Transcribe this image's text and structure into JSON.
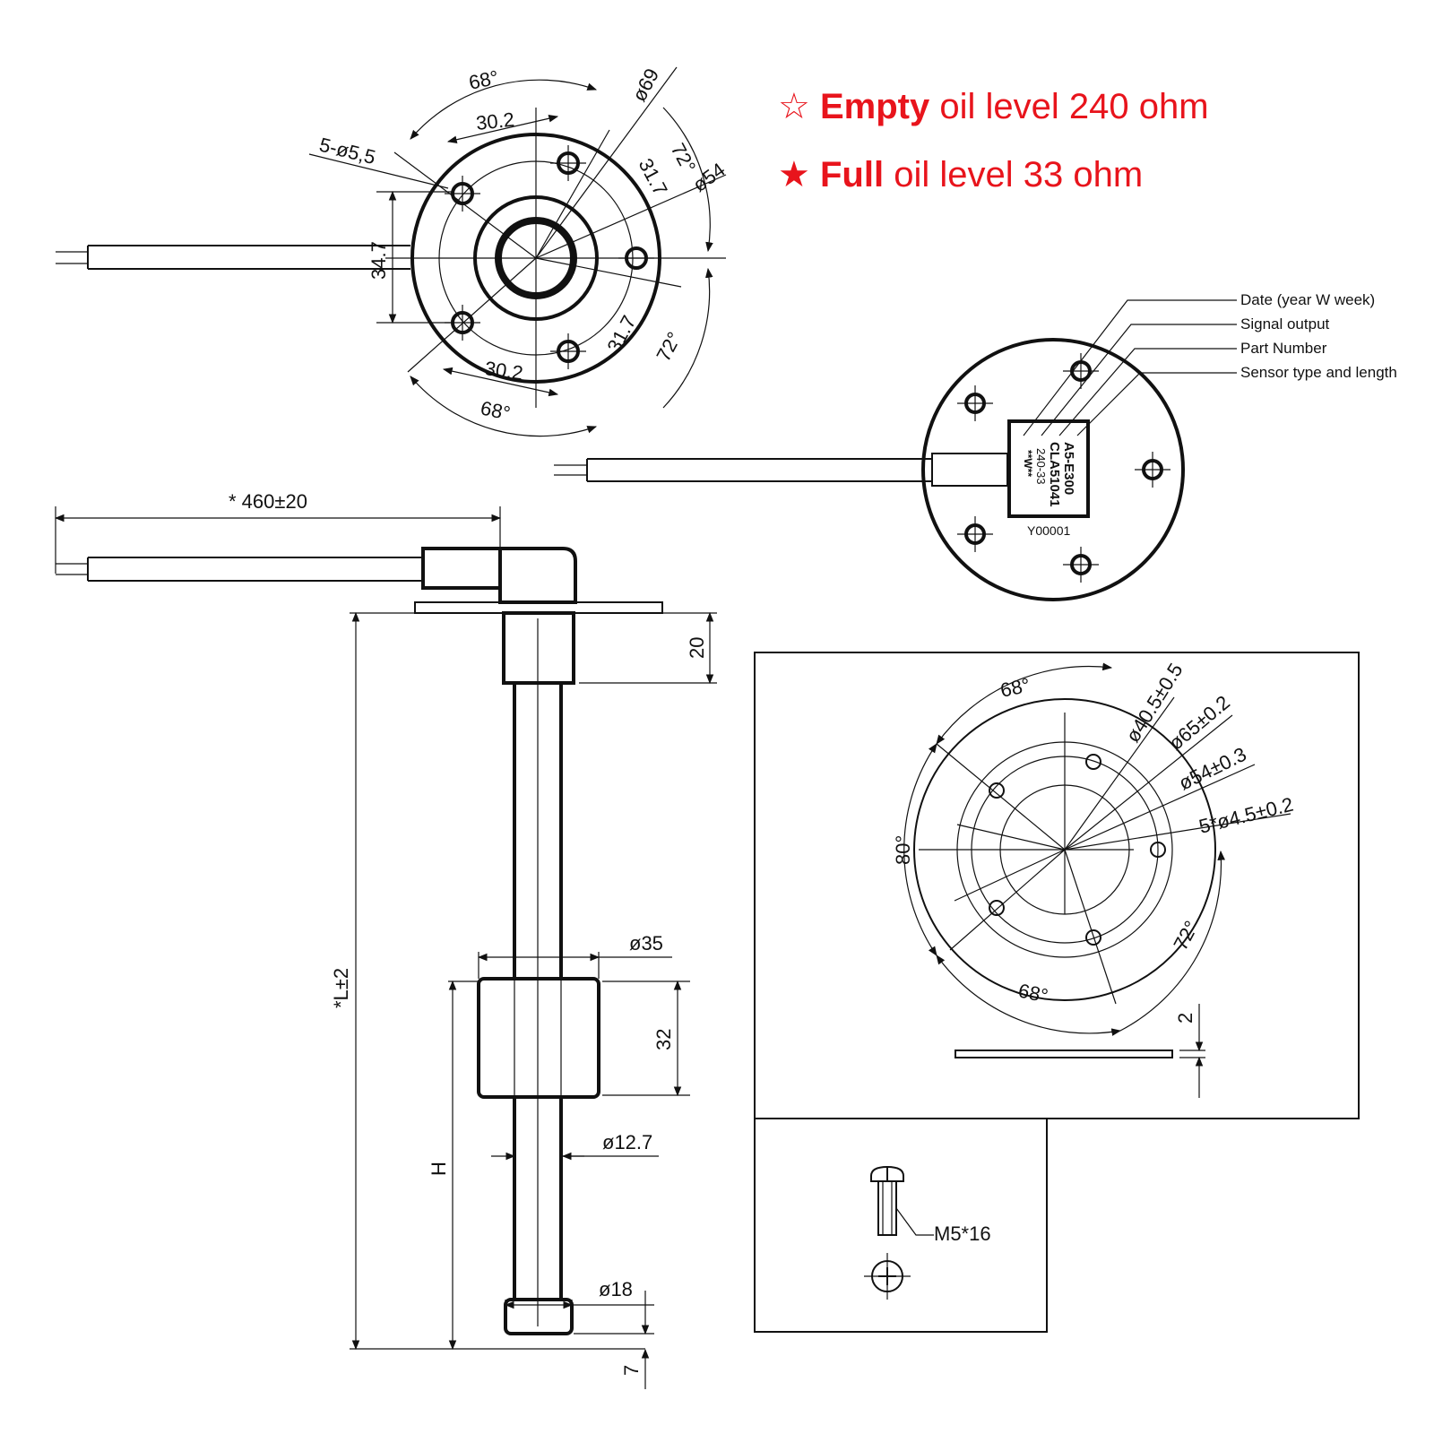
{
  "specs": {
    "empty_star": "☆",
    "empty_strong": "Empty",
    "empty_rest": " oil level 240 ohm",
    "full_star": "★",
    "full_strong": "Full",
    "full_rest": " oil level 33 ohm",
    "color": "#e8141c"
  },
  "top_flange": {
    "angle_68_top": "68°",
    "dia_69": "ø69",
    "dim_30_2_top": "30.2",
    "holes": "5-ø5,5",
    "angle_72_top": "72°",
    "dim_31_7_top": "31.7",
    "dia_54": "ø54",
    "dim_34_7": "34.7",
    "dim_31_7_bottom": "31.7",
    "angle_72_bottom": "72°",
    "dim_30_2_bottom": "30.2",
    "angle_68_bottom": "68°"
  },
  "label_view": {
    "callouts": [
      "Date (year W week)",
      "Signal output",
      "Part Number",
      "Sensor type and length"
    ],
    "label_lines": [
      "A5-E300",
      "CLA51041",
      "240-33",
      "**W**"
    ],
    "serial": "Y00001"
  },
  "side_view": {
    "cable_length": "* 460±20",
    "head_height": "20",
    "total_length": "*L±2",
    "float_dia": "ø35",
    "float_height": "32",
    "tube_dia": "ø12.7",
    "float_travel": "H",
    "stop_dia": "ø18",
    "stop_height": "7"
  },
  "cutout_view": {
    "angle_68_top": "68°",
    "dia_40_5": "ø40.5±0.5",
    "dia_65": "ø65±0.2",
    "dia_54": "ø54±0.3",
    "holes": "5*ø4.5±0.2",
    "angle_80": "80°",
    "angle_72": "72°",
    "angle_68_bottom": "68°",
    "gasket_thickness": "2"
  },
  "screw_view": {
    "screw": "M5*16"
  }
}
